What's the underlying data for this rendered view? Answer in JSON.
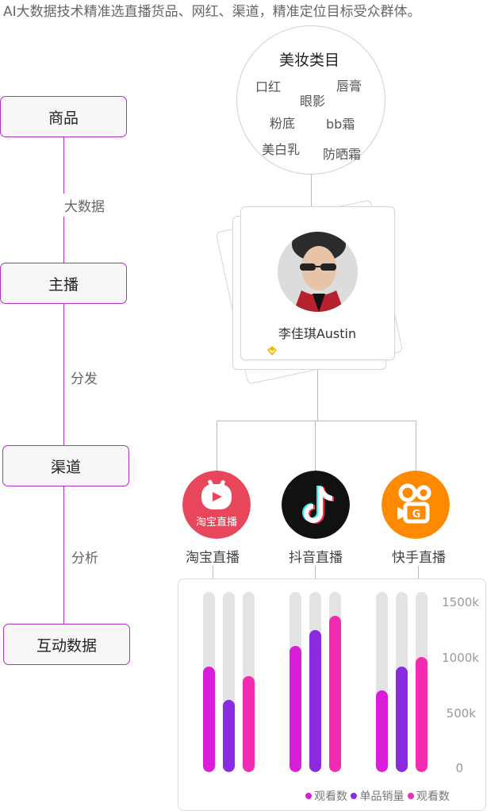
{
  "headline": "AI大数据技术精准选直播货品、网红、渠道，精准定位目标受众群体。",
  "flow": {
    "nodes": [
      "商品",
      "主播",
      "渠道",
      "互动数据"
    ],
    "edges": [
      "大数据",
      "分发",
      "分析"
    ]
  },
  "category": {
    "title": "美妆类目",
    "tags": [
      "口红",
      "唇膏",
      "眼影",
      "粉底",
      "bb霜",
      "美白乳",
      "防晒霜"
    ]
  },
  "anchor": {
    "name": "李佳琪Austin"
  },
  "channels": [
    {
      "label": "淘宝直播",
      "icon_text": "淘宝直播",
      "color": "#e8465b"
    },
    {
      "label": "抖音直播",
      "color": "#111111"
    },
    {
      "label": "快手直播",
      "color": "#ff8a00"
    }
  ],
  "chart_data": {
    "type": "bar",
    "categories": [
      "淘宝直播",
      "抖音直播",
      "快手直播"
    ],
    "series": [
      {
        "name": "观看数",
        "color": "#d81ed8",
        "values": [
          880,
          1050,
          680
        ]
      },
      {
        "name": "单品销量",
        "color": "#8a2be2",
        "values": [
          600,
          1180,
          880
        ]
      },
      {
        "name": "观看数",
        "color": "#f22bb0",
        "values": [
          800,
          1300,
          960
        ]
      }
    ],
    "ylim": [
      0,
      1500
    ],
    "yticks": [
      "1500k",
      "1000k",
      "500k",
      "0"
    ]
  }
}
